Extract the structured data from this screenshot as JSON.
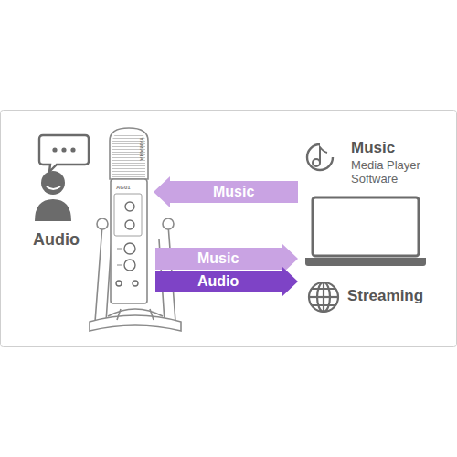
{
  "diagram": {
    "nodes": [
      {
        "text": [
          "Audio"
        ]
      },
      {
        "text": [
          "YAMAHA",
          "AG01"
        ]
      },
      {
        "text": [
          "Music",
          "Media Player Software"
        ]
      },
      {
        "text": [
          "Streaming"
        ]
      }
    ],
    "edges": [
      {
        "from": 2,
        "to": 1,
        "arrow": "to",
        "label": "Music"
      },
      {
        "from": 1,
        "to": 2,
        "arrow": "to",
        "label": "Music"
      },
      {
        "from": 1,
        "to": 3,
        "arrow": "to",
        "label": "Audio"
      }
    ]
  }
}
